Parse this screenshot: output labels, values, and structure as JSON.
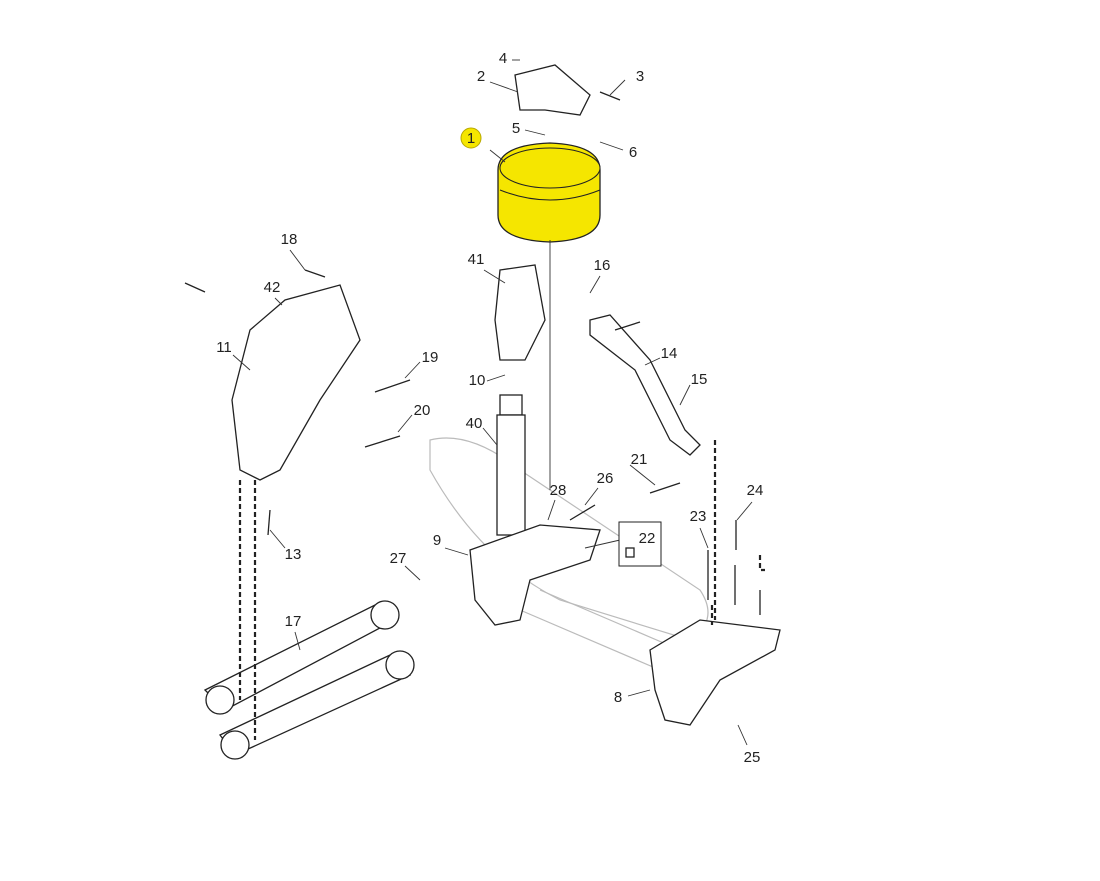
{
  "diagram": {
    "highlight_color": "#f5e600",
    "callouts": [
      {
        "id": "1",
        "highlighted": true
      },
      {
        "id": "2"
      },
      {
        "id": "3"
      },
      {
        "id": "4"
      },
      {
        "id": "5"
      },
      {
        "id": "6"
      },
      {
        "id": "8"
      },
      {
        "id": "9"
      },
      {
        "id": "10"
      },
      {
        "id": "11"
      },
      {
        "id": "13"
      },
      {
        "id": "14"
      },
      {
        "id": "15"
      },
      {
        "id": "16"
      },
      {
        "id": "17"
      },
      {
        "id": "18"
      },
      {
        "id": "19"
      },
      {
        "id": "20"
      },
      {
        "id": "21"
      },
      {
        "id": "22"
      },
      {
        "id": "23"
      },
      {
        "id": "24"
      },
      {
        "id": "25"
      },
      {
        "id": "26"
      },
      {
        "id": "27"
      },
      {
        "id": "28"
      },
      {
        "id": "40"
      },
      {
        "id": "41"
      },
      {
        "id": "42"
      }
    ]
  }
}
